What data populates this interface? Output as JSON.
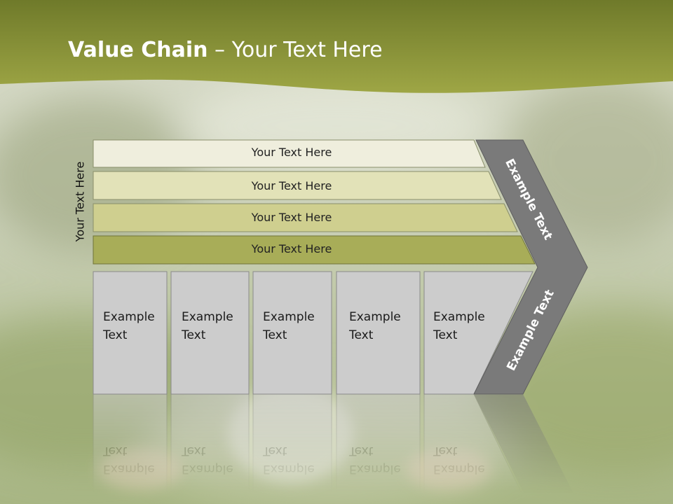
{
  "slide": {
    "title_bold": "Value Chain",
    "title_rest": " – Your Text Here",
    "side_label": "Your Text Here"
  },
  "rows": [
    {
      "label": "Your Text Here",
      "color": "#efeedd"
    },
    {
      "label": "Your Text Here",
      "color": "#e2e2b8"
    },
    {
      "label": "Your Text Here",
      "color": "#cfcf8f"
    },
    {
      "label": "Your Text Here",
      "color": "#a8ad58"
    }
  ],
  "boxes": [
    {
      "line1": "Example",
      "line2": "Text"
    },
    {
      "line1": "Example",
      "line2": "Text"
    },
    {
      "line1": "Example",
      "line2": "Text"
    },
    {
      "line1": "Example",
      "line2": "Text"
    },
    {
      "line1": "Example",
      "line2": "Text"
    }
  ],
  "chevron": {
    "upper_text": "Example Text",
    "lower_text": "Example Text",
    "color": "#7a7a7a"
  },
  "colors": {
    "header": "#8e9a3c",
    "box_fill": "#cccccc"
  }
}
